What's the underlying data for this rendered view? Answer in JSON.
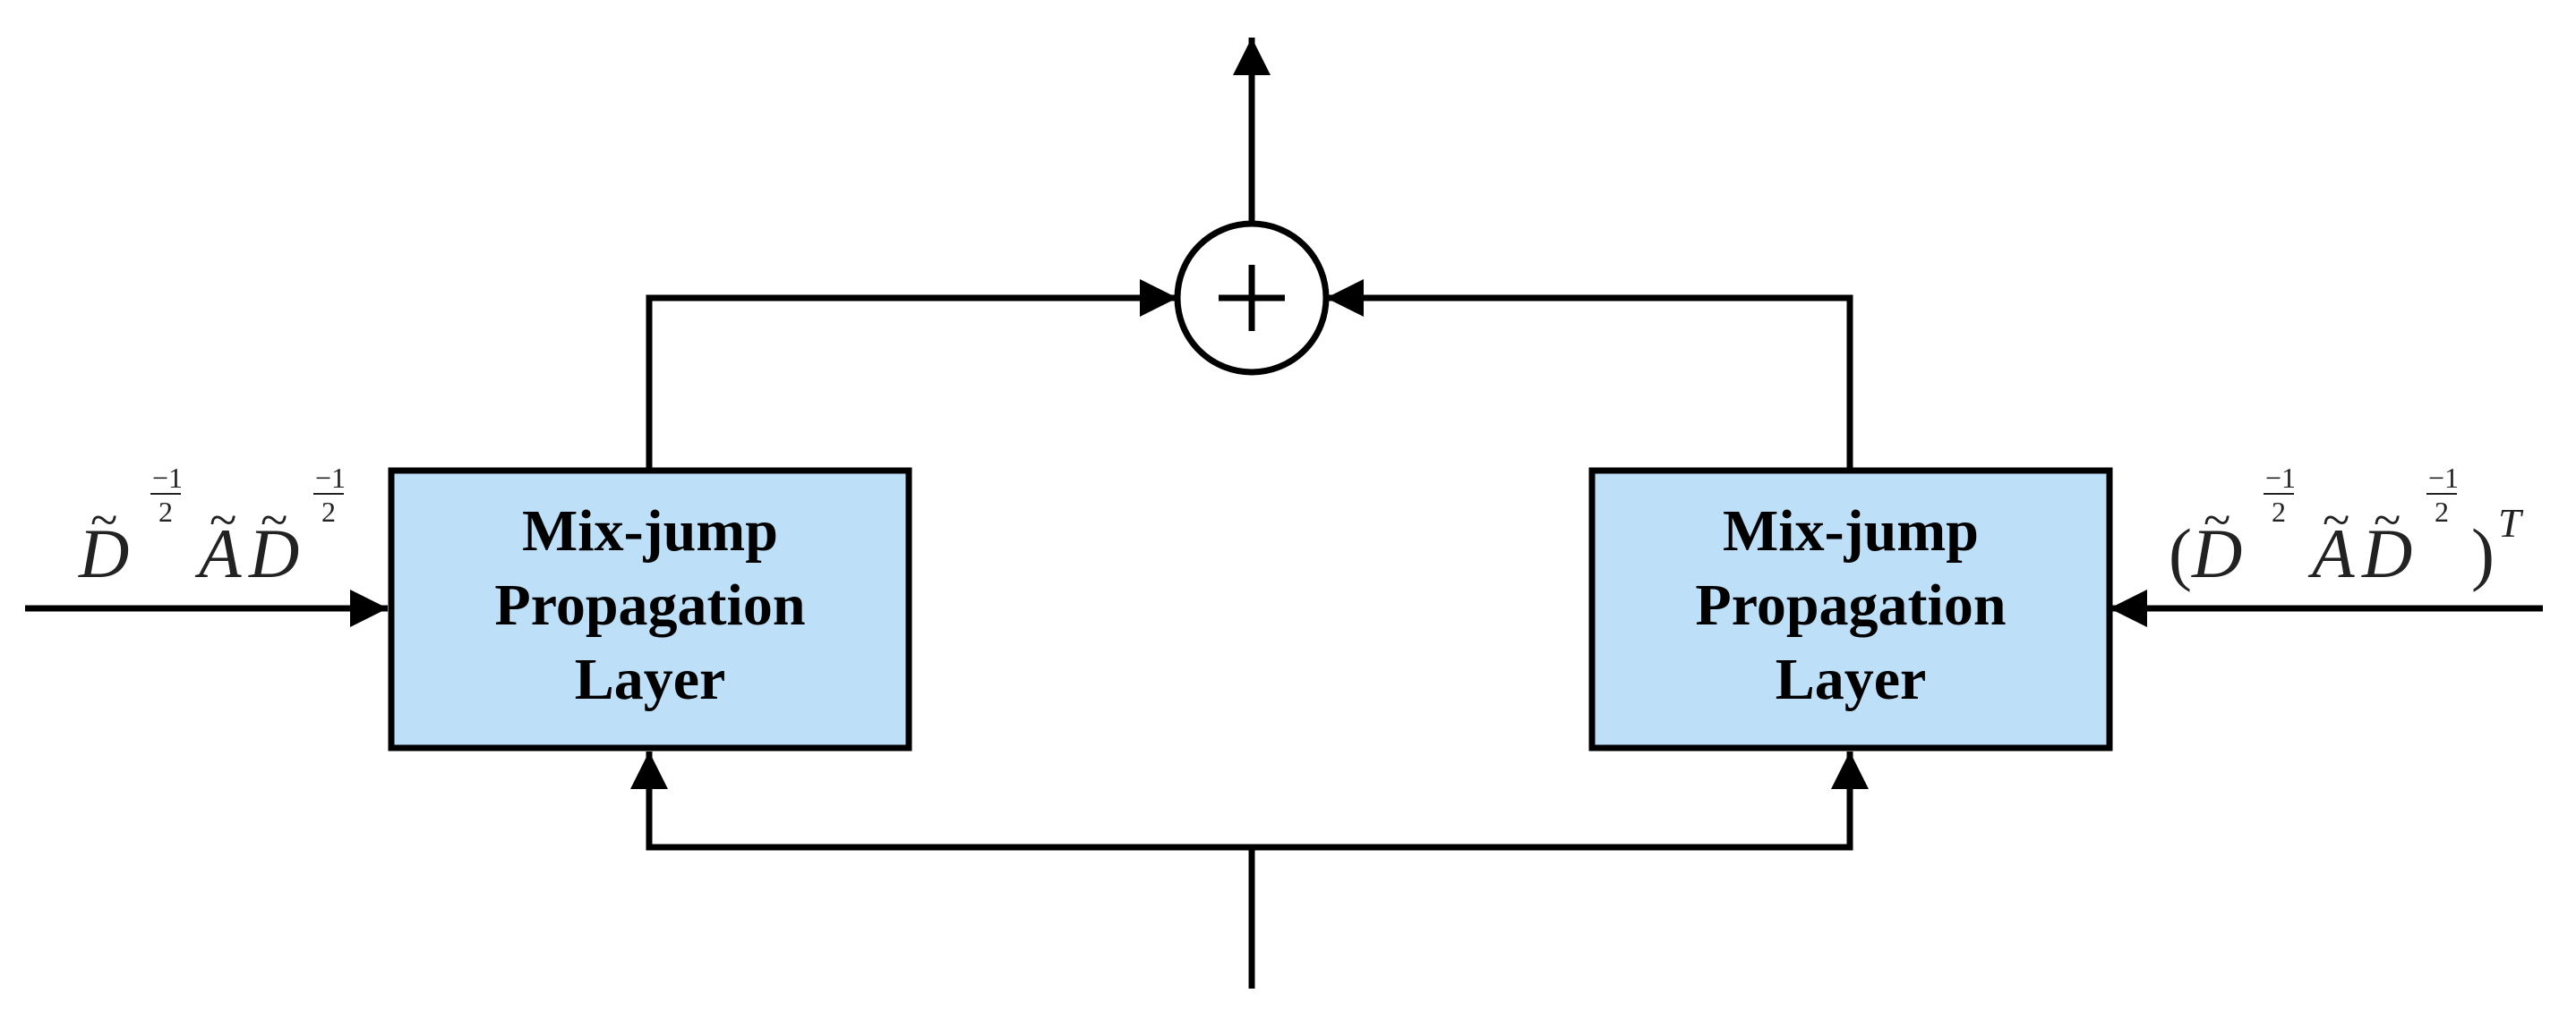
{
  "left_block": {
    "line1": "Mix-jump",
    "line2": "Propagation",
    "line3": "Layer"
  },
  "right_block": {
    "line1": "Mix-jump",
    "line2": "Propagation",
    "line3": "Layer"
  },
  "sum_node": {
    "symbol": "+"
  },
  "left_input": {
    "D1": "D",
    "A": "A",
    "D2": "D",
    "tilde": "~",
    "exp_num": "−1",
    "exp_den": "2"
  },
  "right_input": {
    "open_paren": "(",
    "D1": "D",
    "A": "A",
    "D2": "D",
    "tilde": "~",
    "exp_num": "−1",
    "exp_den": "2",
    "close_paren": ")",
    "transpose": "T"
  },
  "colors": {
    "block_fill": "#BDDFF7",
    "stroke": "#000000"
  }
}
